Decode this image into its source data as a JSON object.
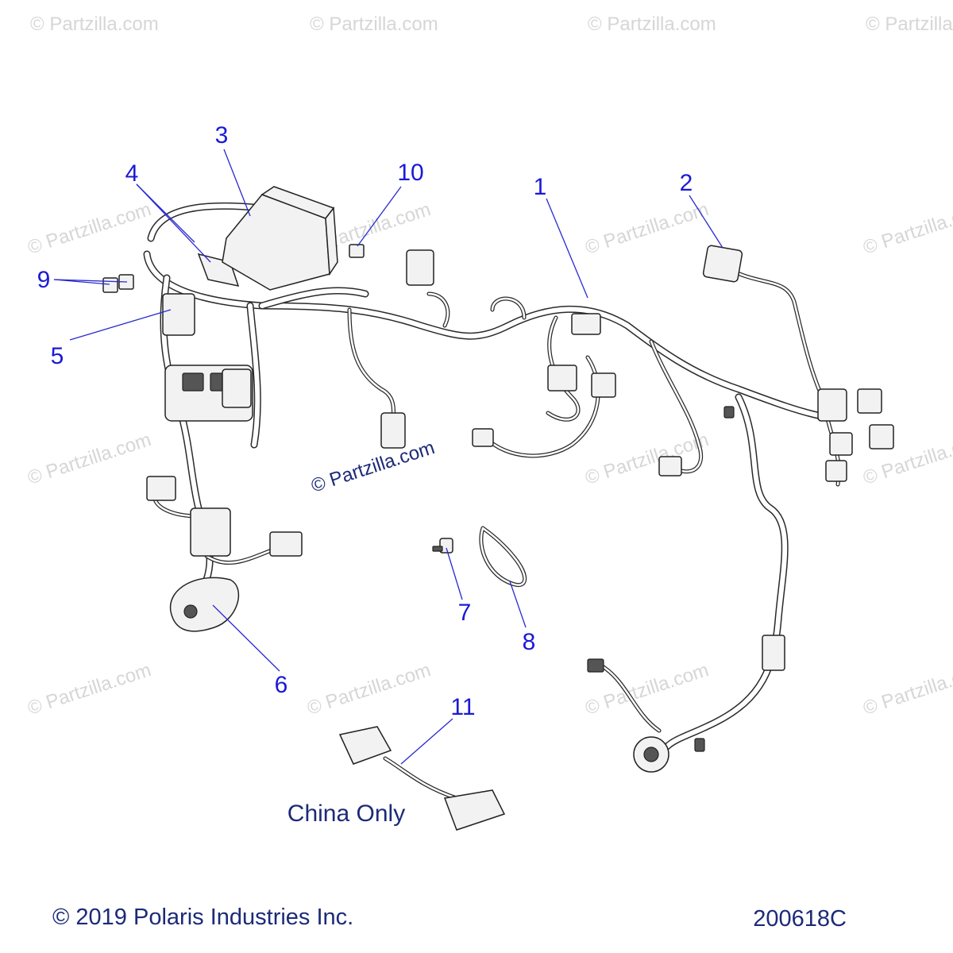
{
  "diagram": {
    "callouts": [
      {
        "id": "c1",
        "label": "1"
      },
      {
        "id": "c2",
        "label": "2"
      },
      {
        "id": "c3",
        "label": "3"
      },
      {
        "id": "c4",
        "label": "4"
      },
      {
        "id": "c5",
        "label": "5"
      },
      {
        "id": "c6",
        "label": "6"
      },
      {
        "id": "c7",
        "label": "7"
      },
      {
        "id": "c8",
        "label": "8"
      },
      {
        "id": "c9",
        "label": "9"
      },
      {
        "id": "c10",
        "label": "10"
      },
      {
        "id": "c11",
        "label": "11"
      }
    ],
    "note": "China Only",
    "watermark": "© Partzilla.com",
    "copyright": "© 2019 Polaris Industries Inc.",
    "diagram_id": "200618C"
  },
  "colors": {
    "callout": "#1a1ad6",
    "text": "#1c2a78",
    "watermark": "#d6d6d6"
  }
}
